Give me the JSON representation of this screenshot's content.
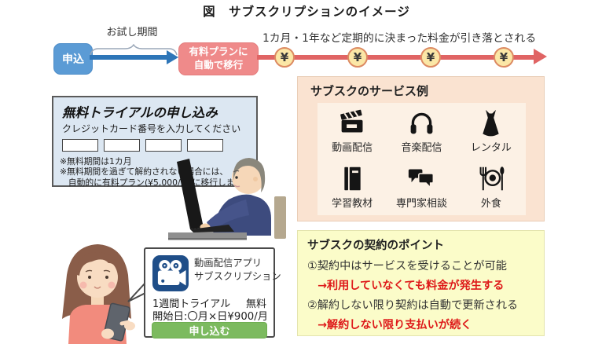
{
  "title": "図　サブスクリプションのイメージ",
  "flow": {
    "start_label": "申込",
    "trial_period_label": "お試し期間",
    "paid_label_line1": "有料プランに",
    "paid_label_line2": "自動で移行",
    "billing_caption": "1カ月・1年など定期的に決まった料金が引き落とされる",
    "coin_symbol": "¥"
  },
  "trial_form": {
    "title": "無料トライアルの申し込み",
    "subtitle": "クレジットカード番号を入力してください",
    "notes": [
      "※無料期間は1カ月",
      "※無料期間を過ぎて解約されない場合には、",
      "　自動的に有料プラン(¥5,000/月)に移行します"
    ]
  },
  "services": {
    "title": "サブスクのサービス例",
    "items": [
      {
        "label": "動画配信",
        "icon": "clapperboard-icon"
      },
      {
        "label": "音楽配信",
        "icon": "headphones-icon"
      },
      {
        "label": "レンタル",
        "icon": "dress-icon"
      },
      {
        "label": "学習教材",
        "icon": "book-icon"
      },
      {
        "label": "専門家相談",
        "icon": "chat-bubbles-icon"
      },
      {
        "label": "外食",
        "icon": "restaurant-icon"
      }
    ]
  },
  "points": {
    "title": "サブスクの契約のポイント",
    "items": [
      {
        "text": "①契約中はサービスを受けることが可能",
        "emphasis": false
      },
      {
        "text": "→利用していなくても料金が発生する",
        "emphasis": true
      },
      {
        "text": "②解約しない限り契約は自動で更新される",
        "emphasis": false
      },
      {
        "text": "→解約しない限り支払いが続く",
        "emphasis": true
      }
    ]
  },
  "app_card": {
    "name_line1": "動画配信アプリ",
    "name_line2": "サブスクリプション",
    "trial_label": "1週間トライアル",
    "trial_price": "無料",
    "start_label": "開始日:〇月×日",
    "monthly_price": "¥900/月",
    "button_label": "申し込む"
  },
  "colors": {
    "flow_blue": "#5B9BD5",
    "arrow_blue": "#2E76B8",
    "paid_pink": "#EF8A8A",
    "arrow_red": "#E06464",
    "coin_fill": "#FBE7A6",
    "coin_border": "#DC8A62",
    "trial_form_bg": "#DCE7F2",
    "services_bg": "#FAE3D1",
    "services_inner_bg": "#FCF1E5",
    "points_bg": "#FBFCC9",
    "emphasis_red": "#DE1A1A",
    "button_green": "#7CBA5F",
    "app_icon_blue": "#1F4E88"
  }
}
